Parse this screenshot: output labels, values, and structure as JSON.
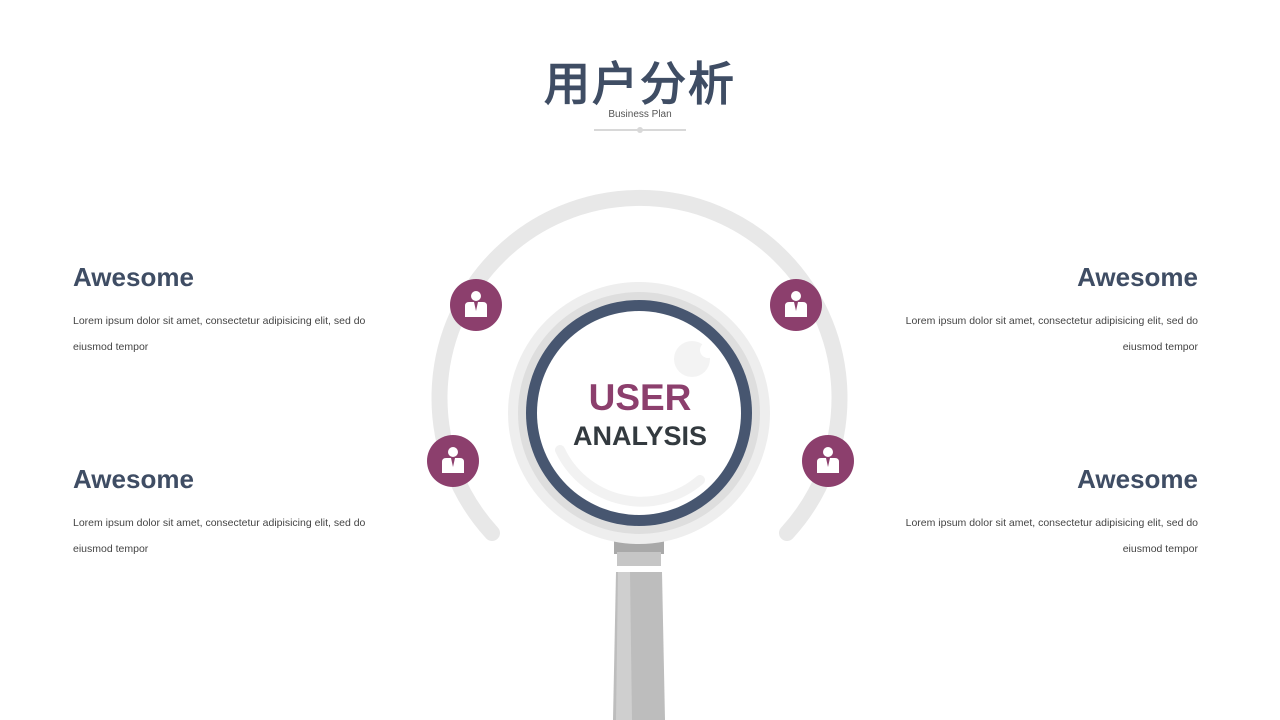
{
  "header": {
    "title": "用户分析",
    "subtitle": "Business Plan"
  },
  "blocks": [
    {
      "title": "Awesome",
      "text": "Lorem ipsum dolor sit amet,  consectetur adipisicing elit, sed do eiusmod tempor"
    },
    {
      "title": "Awesome",
      "text": "Lorem ipsum dolor sit amet,  consectetur adipisicing elit, sed do eiusmod tempor"
    },
    {
      "title": "Awesome",
      "text": "Lorem ipsum dolor sit amet,  consectetur adipisicing elit, sed do eiusmod tempor"
    },
    {
      "title": "Awesome",
      "text": "Lorem ipsum dolor sit amet,  consectetur adipisicing elit, sed do eiusmod tempor"
    }
  ],
  "center": {
    "line1": "USER",
    "line2": "ANALYSIS"
  },
  "icons": [
    "user-icon",
    "user-icon",
    "user-icon",
    "user-icon",
    "magnifier-icon"
  ],
  "colors": {
    "accent": "#8c3f6d",
    "dark": "#3f4d64",
    "ring": "#e6e6e6",
    "lens_rim": "#475670",
    "handle": "#bdbdbd"
  }
}
